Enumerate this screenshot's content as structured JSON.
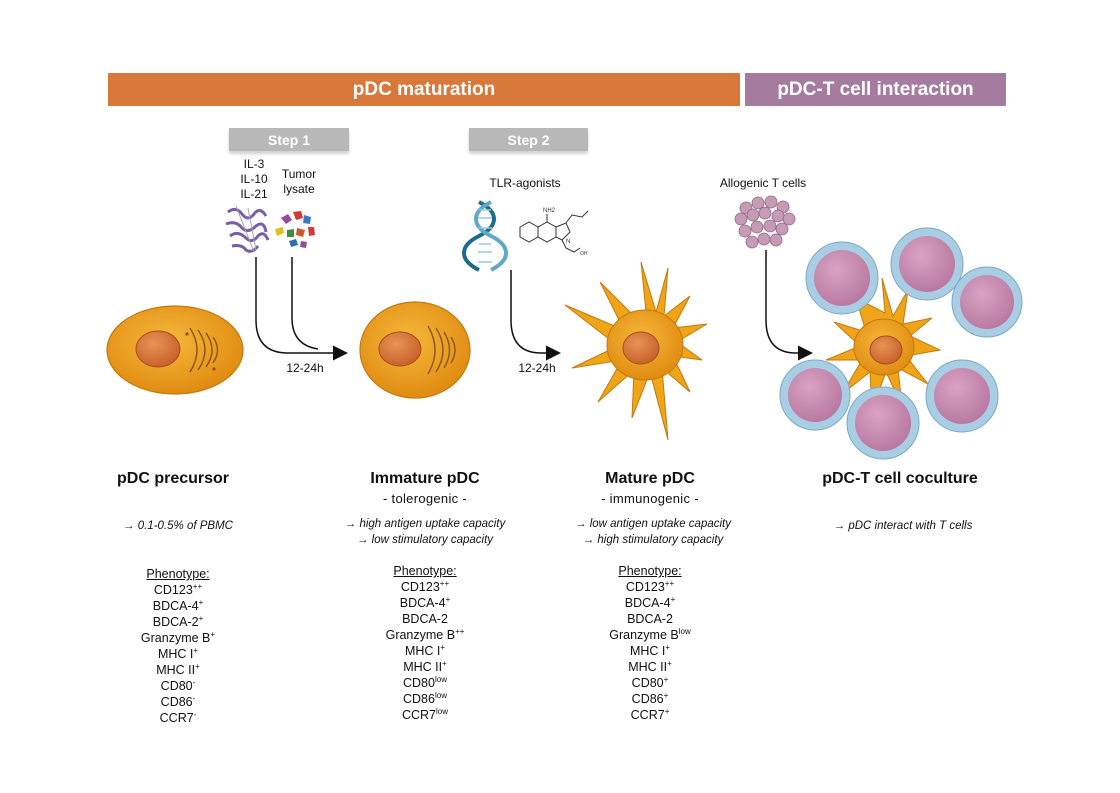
{
  "colors": {
    "maturation_banner": "#d8783a",
    "interaction_banner": "#a57c9f",
    "step_box": "#b8b8b8",
    "cell_fill": "#f0a418",
    "nucleus_fill": "#d8783a",
    "t_cell_fill": "#c78fb0",
    "t_cell_ring": "#a9cde3"
  },
  "header": {
    "maturation_label": "pDC maturation",
    "interaction_label": "pDC-T cell interaction"
  },
  "steps": {
    "step1_label": "Step 1",
    "step2_label": "Step 2"
  },
  "stimuli": {
    "cytokines": [
      "IL-3",
      "IL-10",
      "IL-21"
    ],
    "tumor_lysate": [
      "Tumor",
      "lysate"
    ],
    "tlr_agonists": "TLR-agonists",
    "allogenic_t_cells": "Allogenic T cells"
  },
  "arrows": {
    "duration1": "12-24h",
    "duration2": "12-24h"
  },
  "stages": [
    {
      "title": "pDC precursor",
      "subtitle": "",
      "descriptions": [
        "→ 0.1-0.5% of PBMC"
      ],
      "phenotype_heading": "Phenotype:",
      "markers": [
        {
          "name": "CD123",
          "level": "++"
        },
        {
          "name": "BDCA-4",
          "level": "+"
        },
        {
          "name": "BDCA-2",
          "level": "+"
        },
        {
          "name": "Granzyme B",
          "level": "+"
        },
        {
          "name": "MHC I",
          "level": "+"
        },
        {
          "name": "MHC II",
          "level": "+"
        },
        {
          "name": "CD80",
          "level": "-"
        },
        {
          "name": "CD86",
          "level": "-"
        },
        {
          "name": "CCR7",
          "level": "-"
        }
      ]
    },
    {
      "title": "Immature pDC",
      "subtitle": "- tolerogenic -",
      "descriptions": [
        "→ high antigen uptake capacity",
        "→ low stimulatory capacity"
      ],
      "phenotype_heading": "Phenotype:",
      "markers": [
        {
          "name": "CD123",
          "level": "++"
        },
        {
          "name": "BDCA-4",
          "level": "+"
        },
        {
          "name": "BDCA-2",
          "level": ""
        },
        {
          "name": "Granzyme B",
          "level": "++"
        },
        {
          "name": "MHC I",
          "level": "+"
        },
        {
          "name": "MHC II",
          "level": "+"
        },
        {
          "name": "CD80",
          "level": "low"
        },
        {
          "name": "CD86",
          "level": "low"
        },
        {
          "name": "CCR7",
          "level": "low"
        }
      ]
    },
    {
      "title": "Mature pDC",
      "subtitle": "- immunogenic -",
      "descriptions": [
        "→ low antigen uptake capacity",
        "→ high stimulatory capacity"
      ],
      "phenotype_heading": "Phenotype:",
      "markers": [
        {
          "name": "CD123",
          "level": "++"
        },
        {
          "name": "BDCA-4",
          "level": "+"
        },
        {
          "name": "BDCA-2",
          "level": ""
        },
        {
          "name": "Granzyme B",
          "level": "low"
        },
        {
          "name": "MHC I",
          "level": "+"
        },
        {
          "name": "MHC II",
          "level": "+"
        },
        {
          "name": "CD80",
          "level": "+"
        },
        {
          "name": "CD86",
          "level": "+"
        },
        {
          "name": "CCR7",
          "level": "+"
        }
      ]
    },
    {
      "title": "pDC-T cell coculture",
      "subtitle": "",
      "descriptions": [
        "→ pDC interact with T cells"
      ],
      "phenotype_heading": "",
      "markers": []
    }
  ]
}
